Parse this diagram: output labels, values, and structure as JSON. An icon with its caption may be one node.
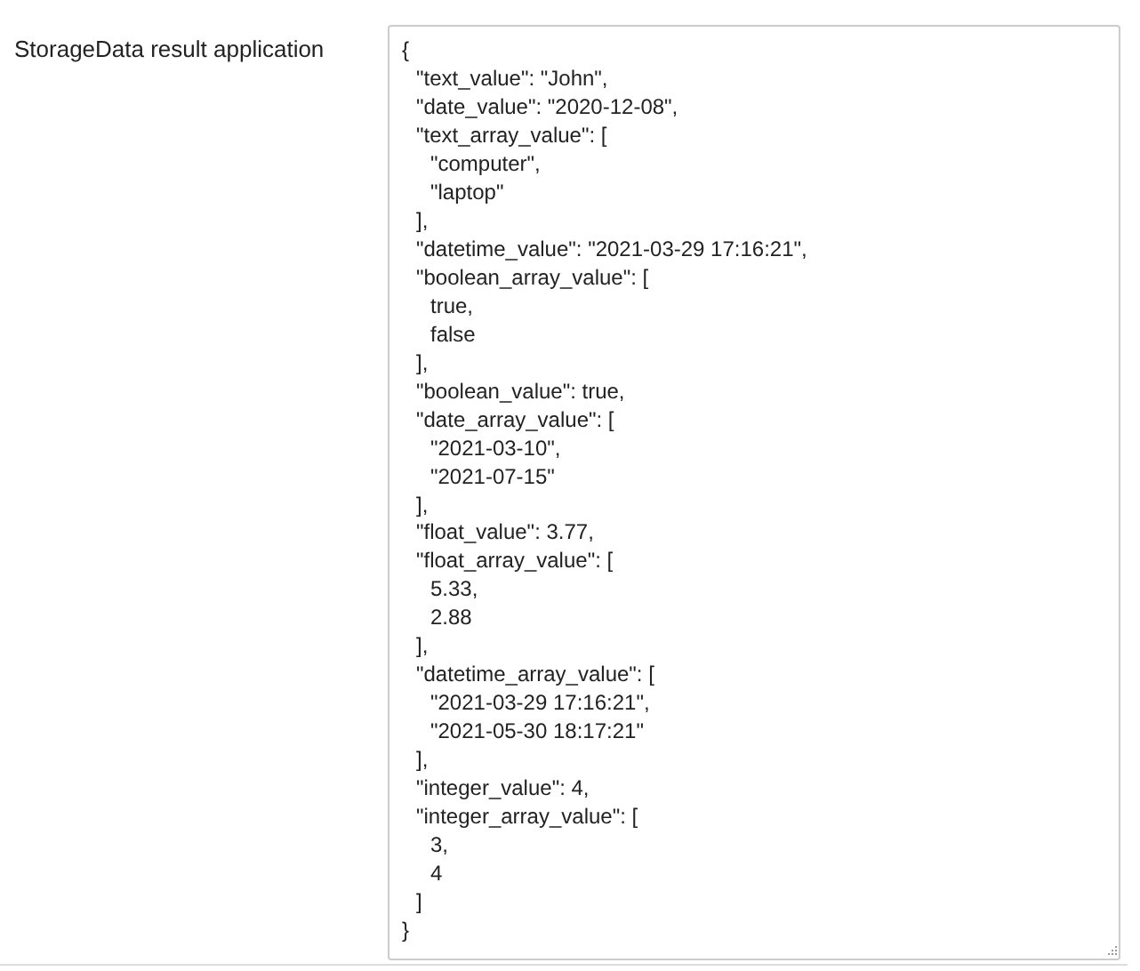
{
  "diagram": {
    "labels": [
      "StorageData result application",
      "{",
      "\"text_value\": \"John\",",
      "\"date_value\": \"2020-12-08\",",
      "\"text_array_value\": [",
      "\"computer\",",
      "\"laptop\"",
      "],",
      "\"datetime_value\": \"2021-03-29 17:16:21\",",
      "\"boolean_array_value\": [",
      "true,",
      "false",
      "],",
      "\"boolean_value\": true,",
      "\"date_array_value\": [",
      "\"2021-03-10\",",
      "\"2021-07-15\"",
      "],",
      "\"float_value\": 3.77,",
      "\"float_array_value\": [",
      "5.33,",
      "2.88",
      "],",
      "\"datetime_array_value\": [",
      "\"2021-03-29 17:16:21\",",
      "\"2021-05-30 18:17:21\"",
      "],",
      "\"integer_value\": 4,",
      "\"integer_array_value\": [",
      "3,",
      "4",
      "]",
      "}"
    ]
  }
}
